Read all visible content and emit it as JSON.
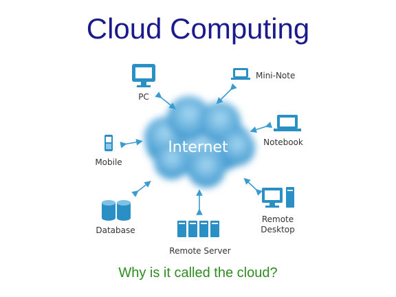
{
  "title": "Cloud Computing",
  "subtitle": "Why is it called the cloud?",
  "cloud": {
    "label": "Internet"
  },
  "nodes": {
    "pc": "PC",
    "mini_note": "Mini-Note",
    "notebook": "Notebook",
    "mobile": "Mobile",
    "database": "Database",
    "remote_server": "Remote Server",
    "remote_desktop_1": "Remote",
    "remote_desktop_2": "Desktop"
  },
  "colors": {
    "title": "#1a1a8c",
    "subtitle": "#2e8b1f",
    "icon": "#2a8fc4",
    "cloud": "#5fb0e0",
    "arrow": "#3a9bd0"
  }
}
